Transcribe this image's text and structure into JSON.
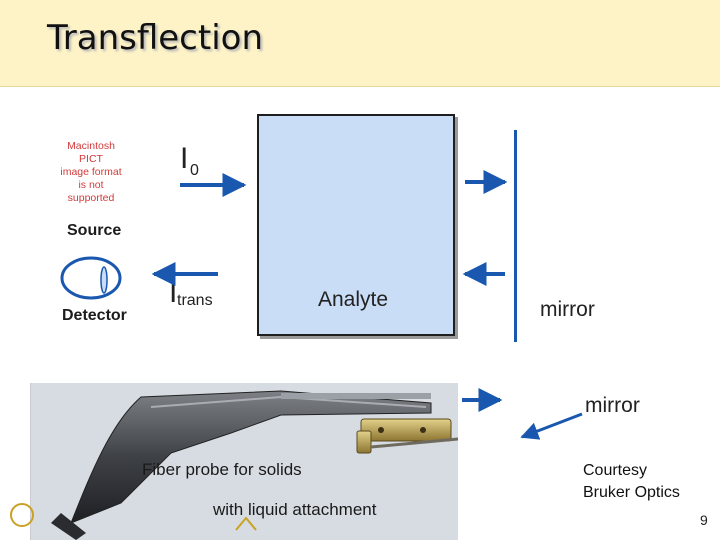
{
  "slide": {
    "title": "Transflection",
    "page_number": "9"
  },
  "diagram": {
    "placeholder_lines": [
      "Macintosh PICT",
      "image format",
      "is not supported"
    ],
    "source_label": "Source",
    "detector_label": "Detector",
    "incident_symbol": "I",
    "incident_subscript": "0",
    "transmitted_symbol": "I",
    "transmitted_subscript": "trans",
    "analyte_label": "Analyte",
    "mirror_label_upper": "mirror",
    "mirror_label_lower": "mirror"
  },
  "photo": {
    "caption_line1": "Fiber probe for solids",
    "caption_line2": "with liquid attachment"
  },
  "credit": {
    "line1": "Courtesy",
    "line2": "Bruker Optics"
  },
  "colors": {
    "header_bg": "#fdf3c6",
    "analyte_fill": "#c9ddf6",
    "arrow_blue": "#1a58b0",
    "placeholder_red": "#d13a3a"
  }
}
